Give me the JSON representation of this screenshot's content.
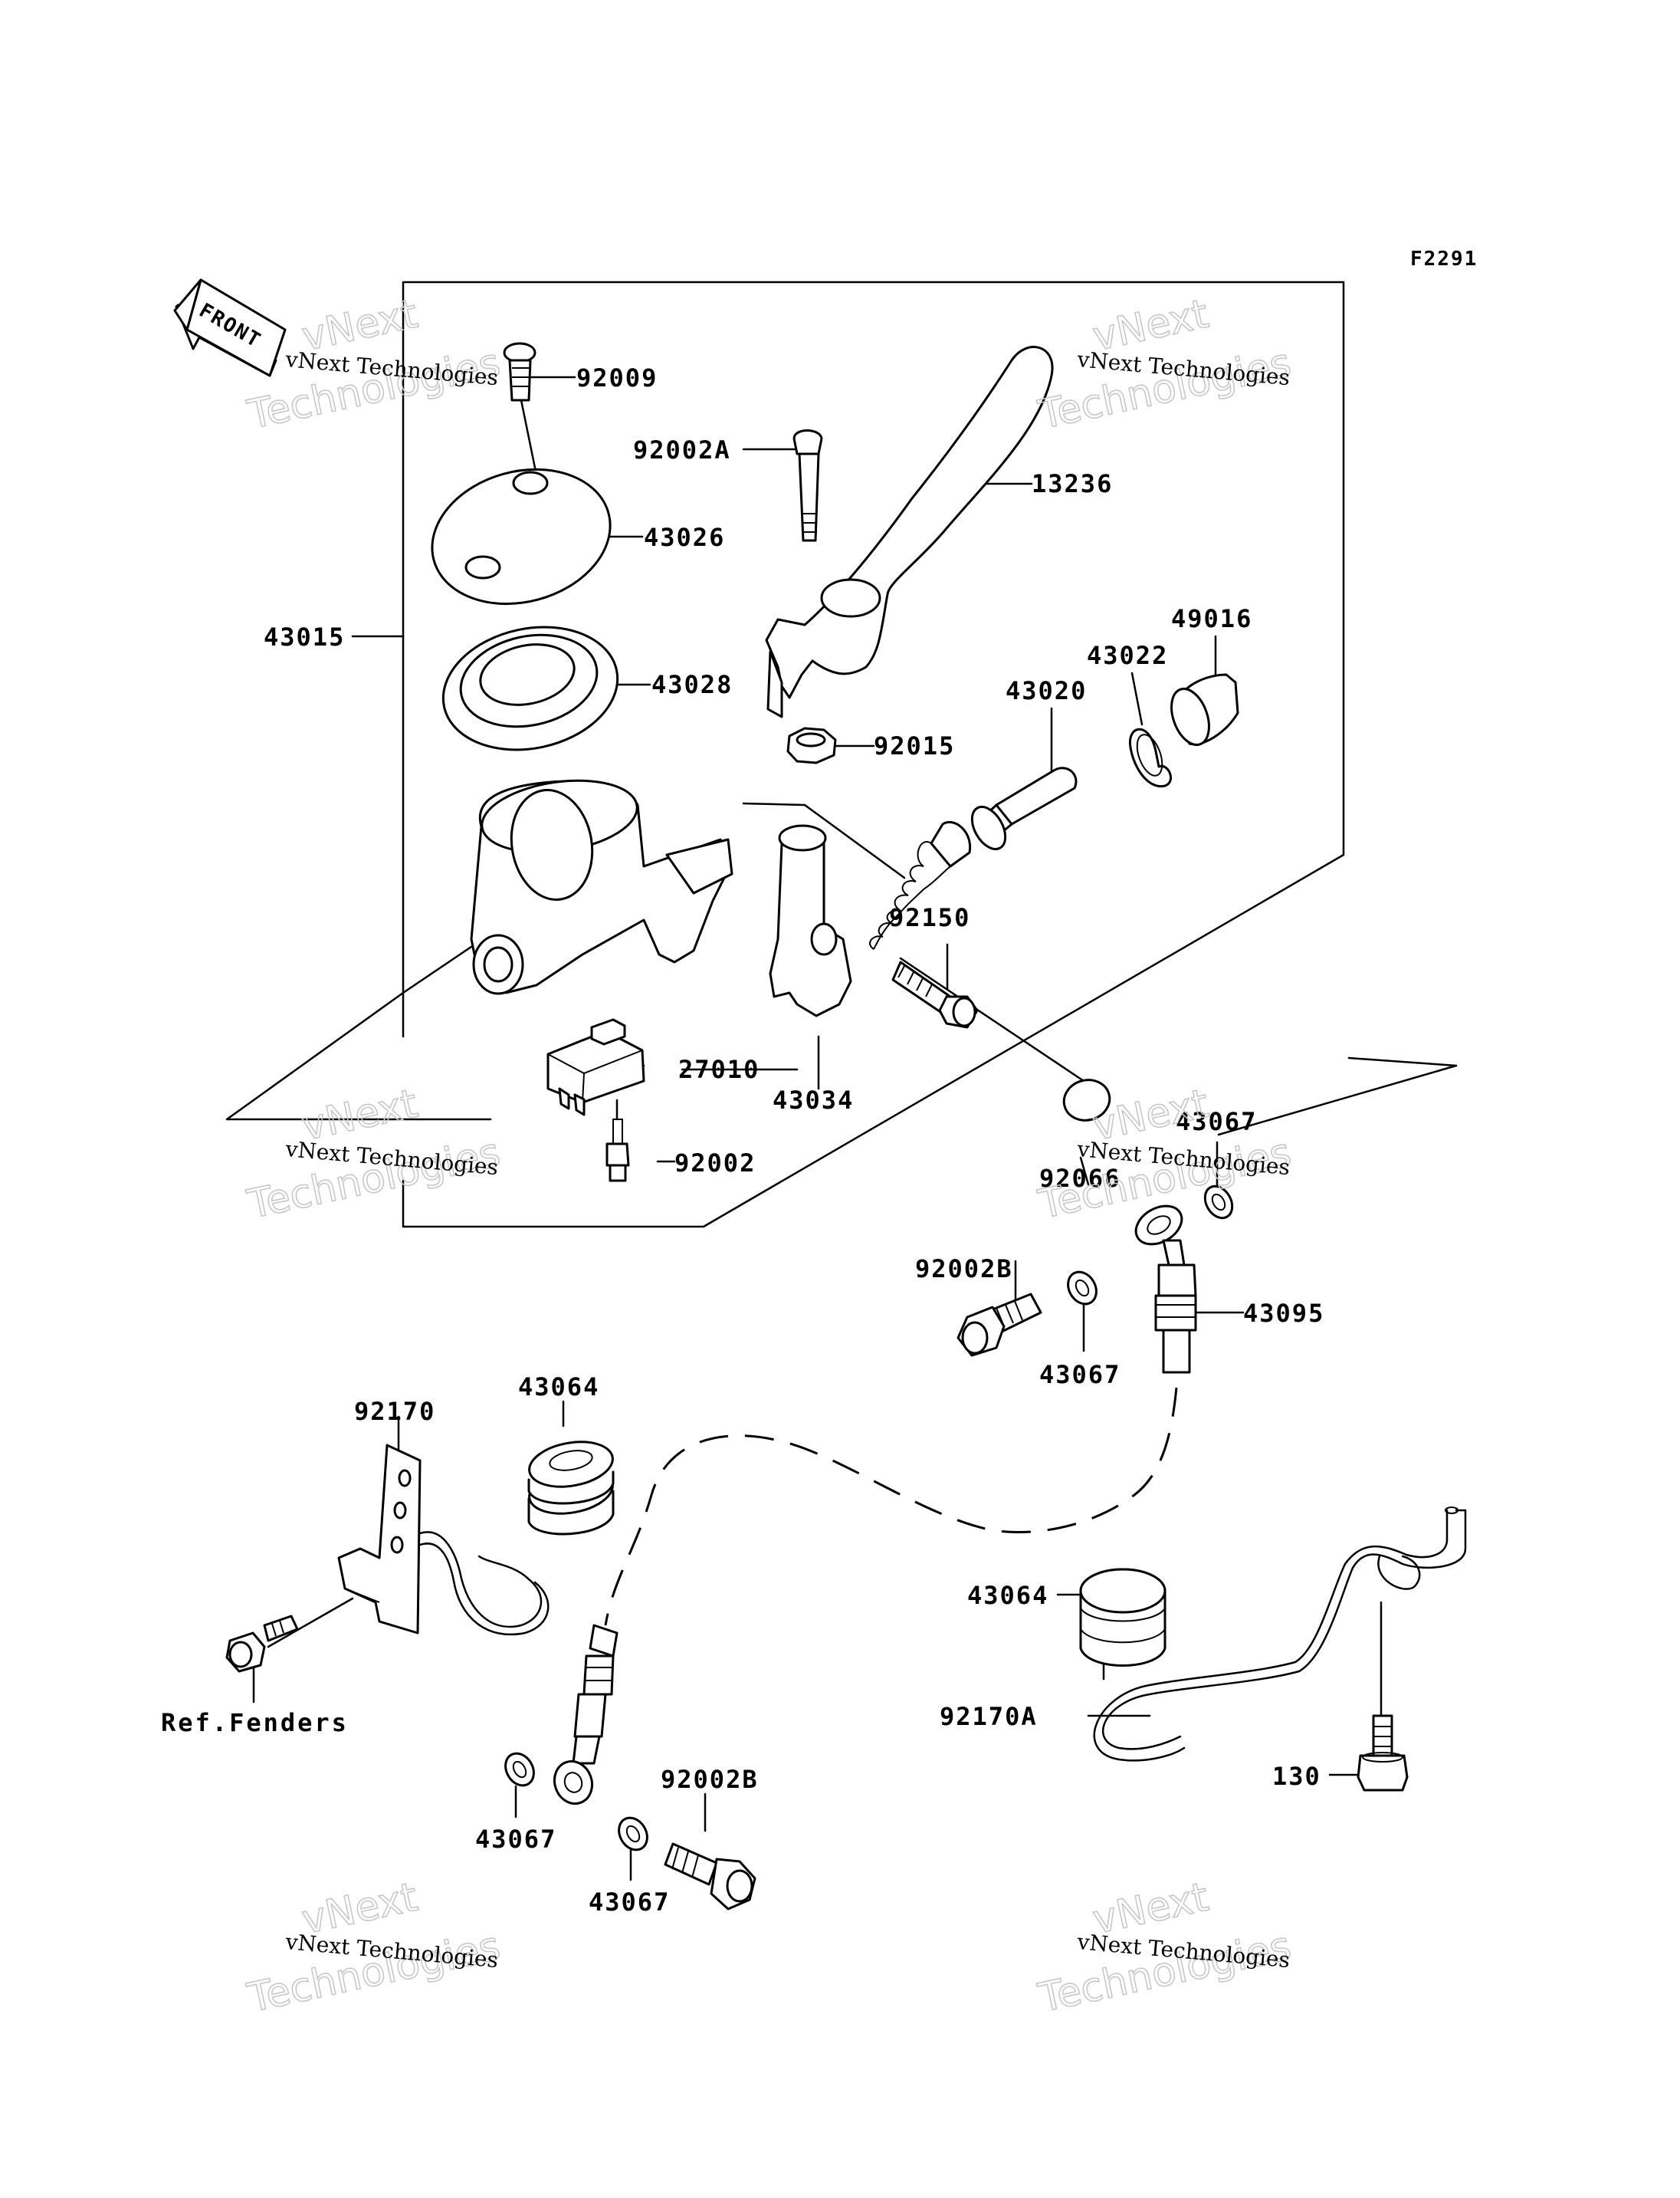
{
  "diagram_code": "F2291",
  "front_arrow_label": "FRONT",
  "watermark": {
    "line1": "vNext Technologies",
    "big1": "vNext",
    "big2": "Technologies"
  },
  "labels": {
    "p92009": "92009",
    "p43026": "43026",
    "p43015": "43015",
    "p43028": "43028",
    "p92002A": "92002A",
    "p13236": "13236",
    "p49016": "49016",
    "p43022": "43022",
    "p43020": "43020",
    "p92015": "92015",
    "p92150": "92150",
    "p27010": "27010",
    "p43034": "43034",
    "p92002": "92002",
    "p92066": "92066",
    "p43067_a": "43067",
    "p92002B_a": "92002B",
    "p43095": "43095",
    "p43067_b": "43067",
    "p43064_a": "43064",
    "p92170": "92170",
    "ref_fenders": "Ref.Fenders",
    "p43064_b": "43064",
    "p92170A": "92170A",
    "p130": "130",
    "p43067_c": "43067",
    "p92002B_b": "92002B",
    "p43067_d": "43067"
  }
}
